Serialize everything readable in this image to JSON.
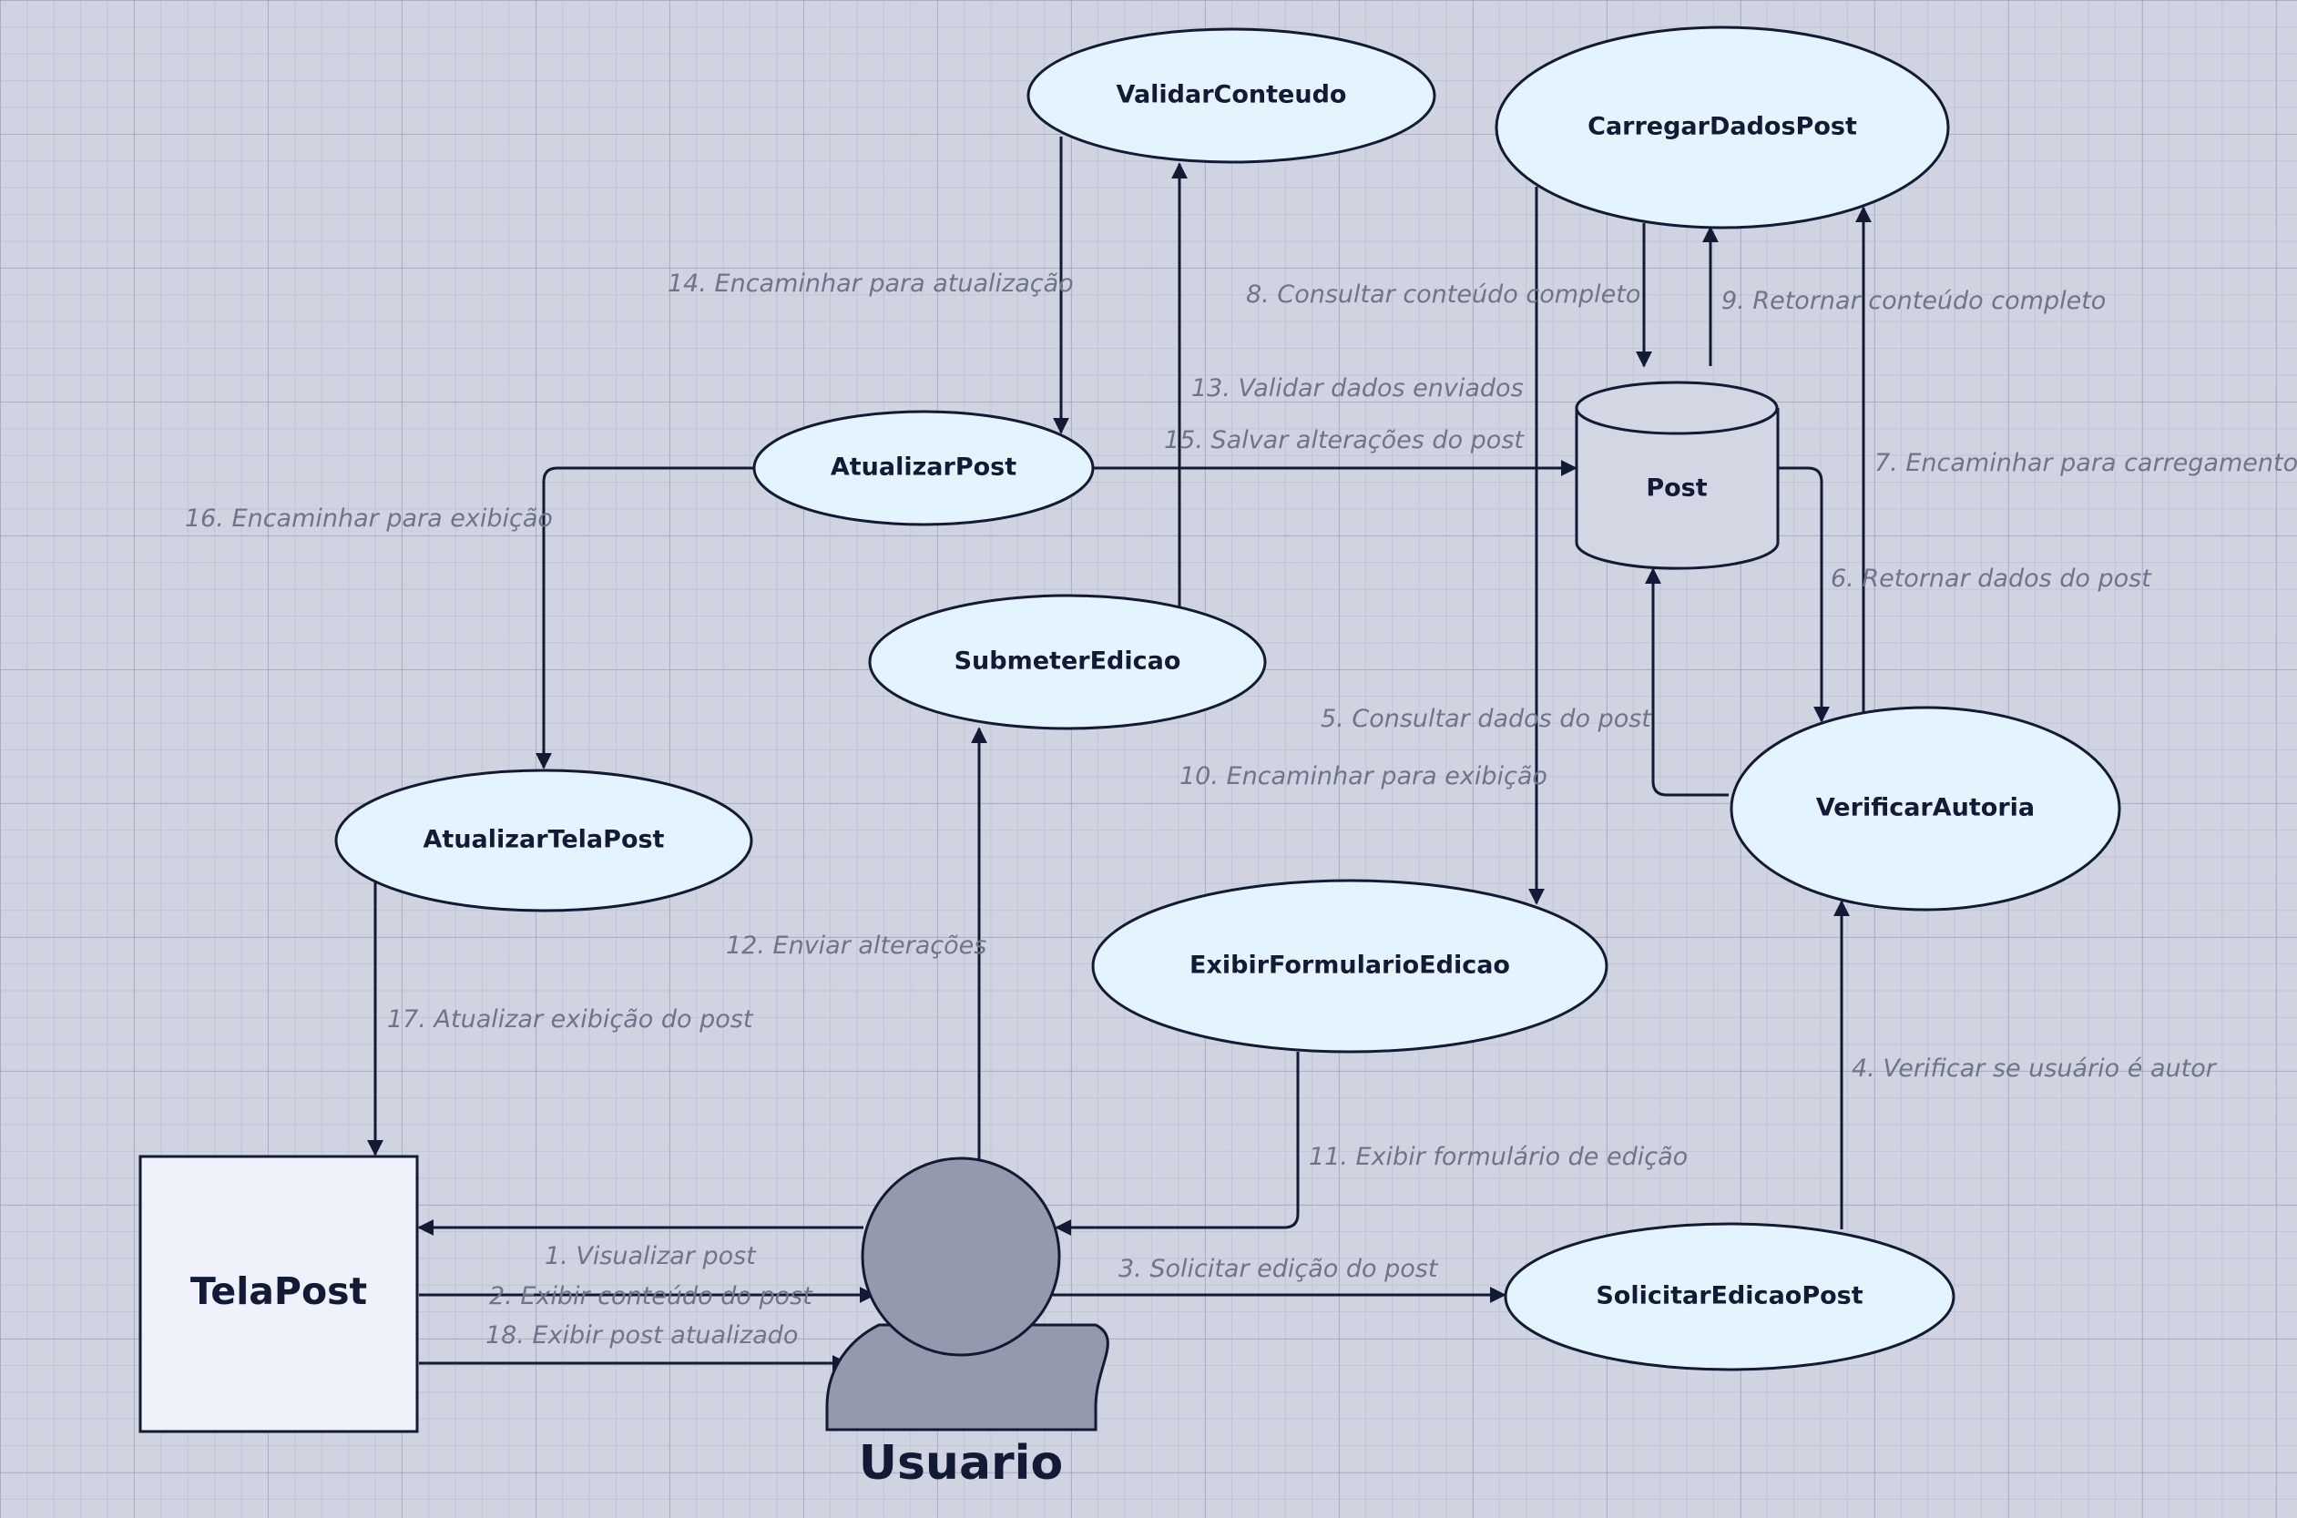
{
  "processes": {
    "validar_conteudo": "ValidarConteudo",
    "carregar_dados_post": "CarregarDadosPost",
    "atualizar_post": "AtualizarPost",
    "submeter_edicao": "SubmeterEdicao",
    "atualizar_tela_post": "AtualizarTelaPost",
    "exibir_formulario_edicao": "ExibirFormularioEdicao",
    "verificar_autoria": "VerificarAutoria",
    "solicitar_edicao_post": "SolicitarEdicaoPost"
  },
  "data_store": {
    "post": "Post"
  },
  "external_entities": {
    "tela_post": "TelaPost",
    "usuario": "Usuario"
  },
  "flows": {
    "f1": "1. Visualizar post",
    "f2": "2. Exibir conteúdo do post",
    "f3": "3. Solicitar edição do post",
    "f4": "4. Verificar se usuário é autor",
    "f5": "5. Consultar dados do post",
    "f6": "6. Retornar dados do post",
    "f7": "7. Encaminhar para carregamento",
    "f8": "8. Consultar conteúdo completo",
    "f9": "9. Retornar conteúdo completo",
    "f10": "10. Encaminhar para exibição",
    "f11": "11. Exibir formulário de edição",
    "f12": "12. Enviar alterações",
    "f13": "13. Validar dados enviados",
    "f14": "14. Encaminhar para atualização",
    "f15": "15. Salvar alterações do post",
    "f16": "16. Encaminhar para exibição",
    "f17": "17. Atualizar exibição do post",
    "f18": "18. Exibir post atualizado"
  },
  "colors": {
    "background": "#d0d3e0",
    "process_fill": "#e4f4fe",
    "stroke": "#121a36",
    "label": "#70748a",
    "actor_fill": "#9599ad",
    "screen_fill": "#eff2fb"
  }
}
